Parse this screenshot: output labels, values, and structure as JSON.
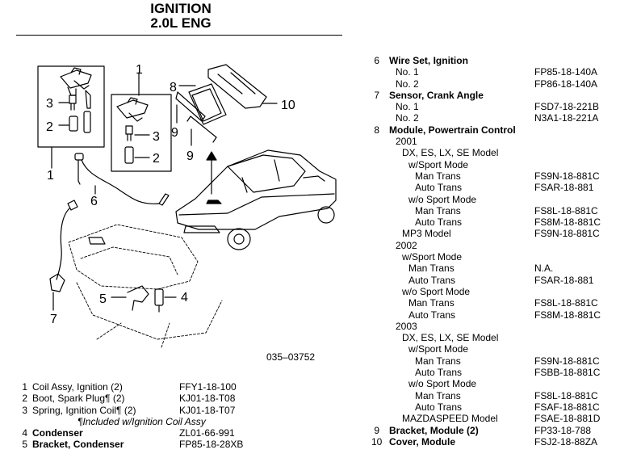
{
  "title": {
    "line1": "IGNITION",
    "line2": "2.0L ENG"
  },
  "diagram": {
    "code": "035–03752",
    "callouts": {
      "c1a": "1",
      "c1b": "1",
      "c2a": "2",
      "c2b": "2",
      "c3a": "3",
      "c3b": "3",
      "c4": "4",
      "c5": "5",
      "c6": "6",
      "c7": "7",
      "c8": "8",
      "c9a": "9",
      "c9b": "9",
      "c10": "10"
    }
  },
  "left_list": [
    {
      "n": "1",
      "desc": "Coil Assy, Ignition (2)",
      "part": "FFY1-18-100",
      "bold": false
    },
    {
      "n": "2",
      "desc": "Boot, Spark Plug¶ (2)",
      "part": "KJ01-18-T08",
      "bold": false
    },
    {
      "n": "3",
      "desc": "Spring, Ignition Coil¶ (2)",
      "part": "KJ01-18-T07",
      "bold": false
    },
    {
      "n": "",
      "desc": "¶Included w/Ignition Coil Assy",
      "part": "",
      "note": true
    },
    {
      "n": "4",
      "desc": "Condenser",
      "part": "ZL01-66-991",
      "bold": true
    },
    {
      "n": "5",
      "desc": "Bracket, Condenser",
      "part": "FP85-18-28XB",
      "bold": true
    }
  ],
  "right_list": [
    {
      "n": "6",
      "desc": "Wire Set, Ignition",
      "part": "",
      "indent": 0,
      "bold": true
    },
    {
      "n": "",
      "desc": "No. 1",
      "part": "FP85-18-140A",
      "indent": 1
    },
    {
      "n": "",
      "desc": "No. 2",
      "part": "FP86-18-140A",
      "indent": 1
    },
    {
      "n": "7",
      "desc": "Sensor, Crank Angle",
      "part": "",
      "indent": 0,
      "bold": true
    },
    {
      "n": "",
      "desc": "No. 1",
      "part": "FSD7-18-221B",
      "indent": 1
    },
    {
      "n": "",
      "desc": "No. 2",
      "part": "N3A1-18-221A",
      "indent": 1
    },
    {
      "n": "8",
      "desc": "Module, Powertrain Control",
      "part": "",
      "indent": 0,
      "bold": true
    },
    {
      "n": "",
      "desc": "2001",
      "part": "",
      "indent": 1
    },
    {
      "n": "",
      "desc": "DX, ES, LX, SE Model",
      "part": "",
      "indent": 2
    },
    {
      "n": "",
      "desc": "w/Sport Mode",
      "part": "",
      "indent": 3
    },
    {
      "n": "",
      "desc": "Man Trans",
      "part": "FS9N-18-881C",
      "indent": 4
    },
    {
      "n": "",
      "desc": "Auto Trans",
      "part": "FSAR-18-881",
      "indent": 4
    },
    {
      "n": "",
      "desc": "w/o Sport Mode",
      "part": "",
      "indent": 3
    },
    {
      "n": "",
      "desc": "Man Trans",
      "part": "FS8L-18-881C",
      "indent": 4
    },
    {
      "n": "",
      "desc": "Auto Trans",
      "part": "FS8M-18-881C",
      "indent": 4
    },
    {
      "n": "",
      "desc": "MP3 Model",
      "part": "FS9N-18-881C",
      "indent": 2
    },
    {
      "n": "",
      "desc": "2002",
      "part": "",
      "indent": 1
    },
    {
      "n": "",
      "desc": "w/Sport Mode",
      "part": "",
      "indent": 2
    },
    {
      "n": "",
      "desc": "Man Trans",
      "part": "N.A.",
      "indent": 3
    },
    {
      "n": "",
      "desc": "Auto Trans",
      "part": "FSAR-18-881",
      "indent": 3
    },
    {
      "n": "",
      "desc": "w/o Sport Mode",
      "part": "",
      "indent": 2
    },
    {
      "n": "",
      "desc": "Man Trans",
      "part": "FS8L-18-881C",
      "indent": 3
    },
    {
      "n": "",
      "desc": "Auto Trans",
      "part": "FS8M-18-881C",
      "indent": 3
    },
    {
      "n": "",
      "desc": "2003",
      "part": "",
      "indent": 1
    },
    {
      "n": "",
      "desc": "DX, ES, LX, SE Model",
      "part": "",
      "indent": 2
    },
    {
      "n": "",
      "desc": "w/Sport Mode",
      "part": "",
      "indent": 3
    },
    {
      "n": "",
      "desc": "Man Trans",
      "part": "FS9N-18-881C",
      "indent": 4
    },
    {
      "n": "",
      "desc": "Auto Trans",
      "part": "FSBB-18-881C",
      "indent": 4
    },
    {
      "n": "",
      "desc": "w/o Sport Mode",
      "part": "",
      "indent": 3
    },
    {
      "n": "",
      "desc": "Man Trans",
      "part": "FS8L-18-881C",
      "indent": 4
    },
    {
      "n": "",
      "desc": "Auto Trans",
      "part": "FSAF-18-881C",
      "indent": 4
    },
    {
      "n": "",
      "desc": "MAZDASPEED Model",
      "part": "FSAE-18-881D",
      "indent": 2
    },
    {
      "n": "9",
      "desc": "Bracket, Module (2)",
      "part": "FP33-18-788",
      "indent": 0,
      "bold": true
    },
    {
      "n": "10",
      "desc": "Cover, Module",
      "part": "FSJ2-18-88ZA",
      "indent": 0,
      "bold": true
    }
  ]
}
